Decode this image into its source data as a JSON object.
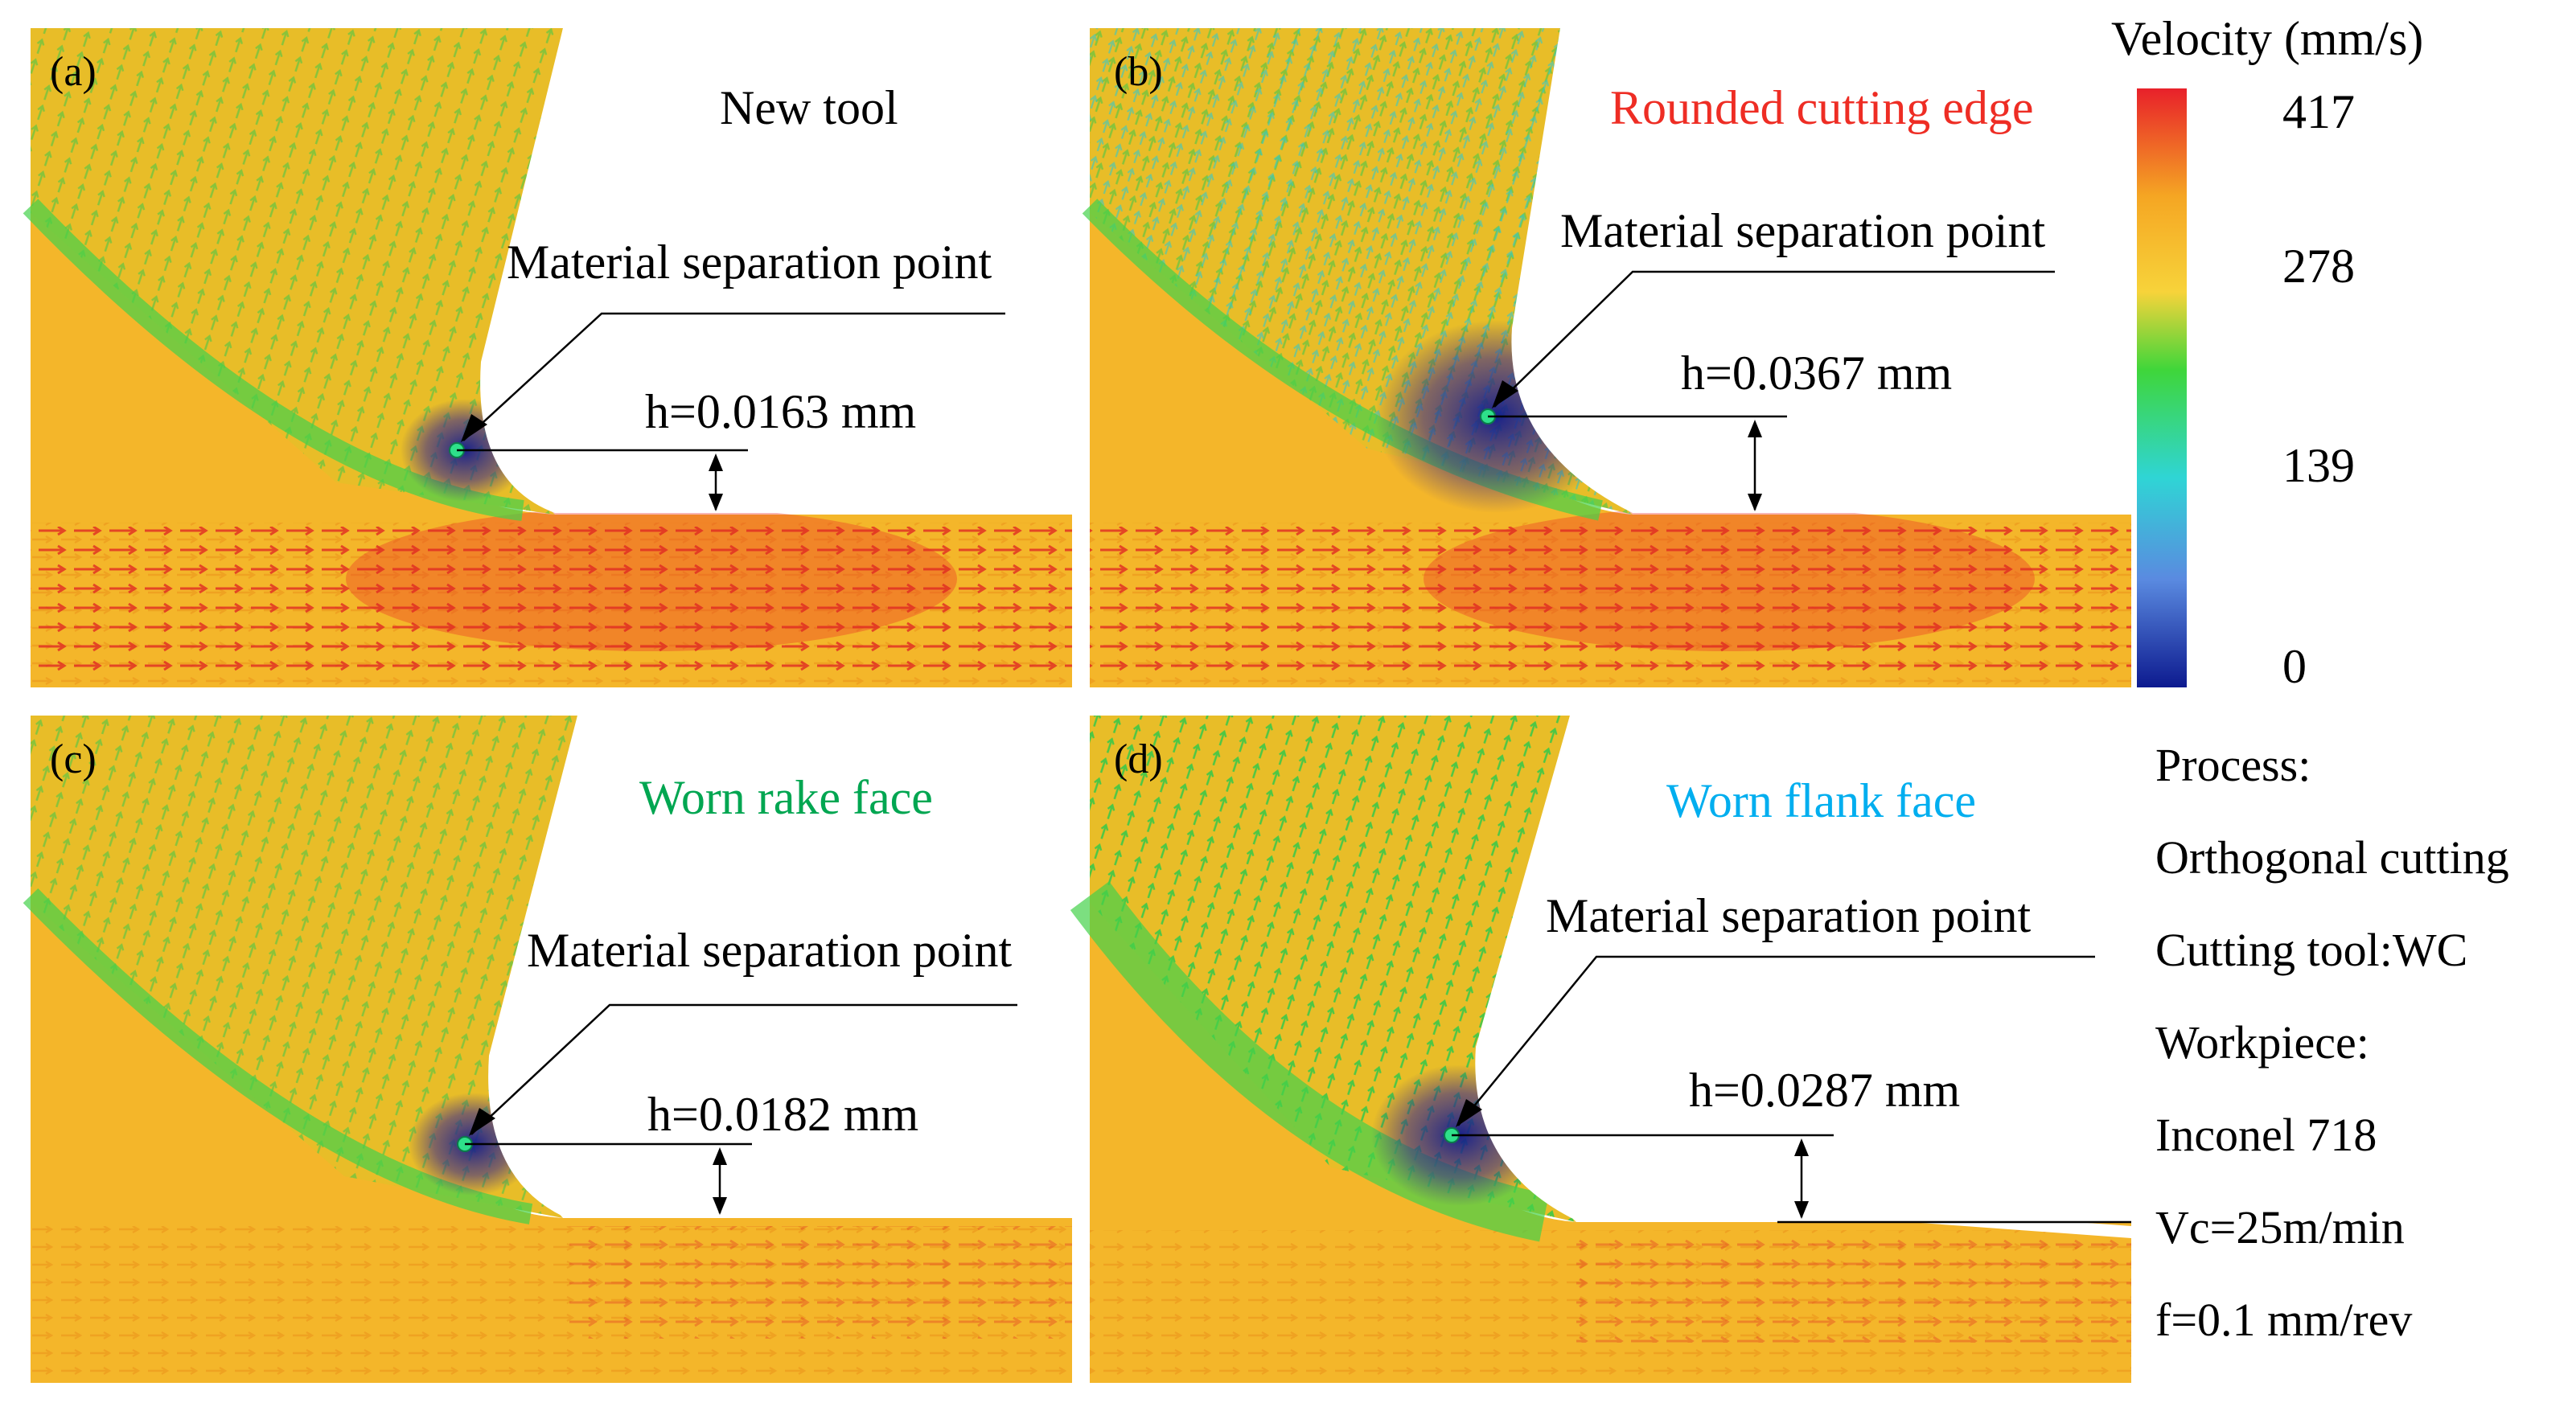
{
  "legend": {
    "title": "Velocity (mm/s)",
    "ticks": [
      "417",
      "278",
      "139",
      "0"
    ],
    "colors": [
      "#e8202a",
      "#f5a623",
      "#f7d33a",
      "#3fd63a",
      "#2fd5d5",
      "#5a8ae0",
      "#0d1a8f"
    ]
  },
  "panels": [
    {
      "id": "a",
      "label": "(a)",
      "title": "New tool",
      "title_color": "#000000",
      "separation_label": "Material separation point",
      "height": "h=0.0163 mm"
    },
    {
      "id": "b",
      "label": "(b)",
      "title": "Rounded cutting edge",
      "title_color": "#ee2d24",
      "separation_label": "Material separation point",
      "height": "h=0.0367 mm"
    },
    {
      "id": "c",
      "label": "(c)",
      "title": "Worn rake face",
      "title_color": "#00a651",
      "separation_label": "Material separation point",
      "height": "h=0.0182 mm"
    },
    {
      "id": "d",
      "label": "(d)",
      "title": "Worn flank face",
      "title_color": "#00aeef",
      "separation_label": "Material separation point",
      "height": "h=0.0287 mm"
    }
  ],
  "conditions": [
    "Process:",
    "Orthogonal cutting",
    "Cutting tool:WC",
    "Workpiece:",
    "Inconel 718",
    "Vc=25m/min",
    "f=0.1 mm/rev"
  ],
  "colors": {
    "workpiece": "#f4b62a",
    "chip": "#e8bd28",
    "fast_flow": "#ea2b24",
    "mid_flow": "#45d24a",
    "slow_flow": "#2ed0d0",
    "stagnant": "#101c8c"
  }
}
